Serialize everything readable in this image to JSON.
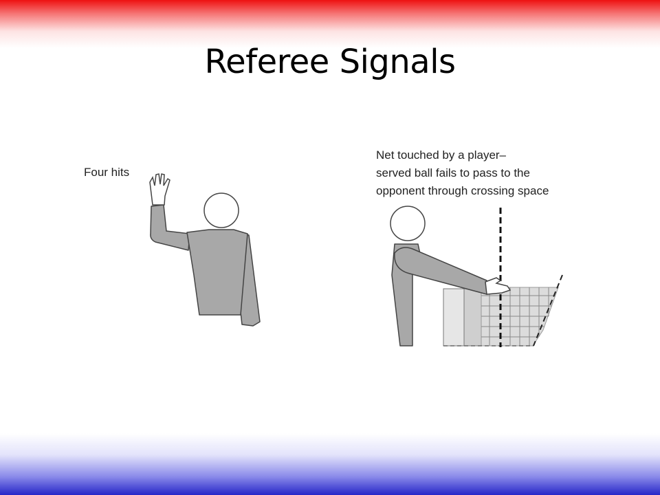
{
  "slide": {
    "title": "Referee Signals",
    "signals": [
      {
        "caption": "Four hits"
      },
      {
        "caption_lines": [
          "Net touched by a player–",
          "served ball fails to pass to the",
          "opponent through crossing space"
        ]
      }
    ]
  },
  "colors": {
    "top_band": "#ee1111",
    "bottom_band": "#2626c8",
    "figure_fill": "#a8a8a8"
  }
}
